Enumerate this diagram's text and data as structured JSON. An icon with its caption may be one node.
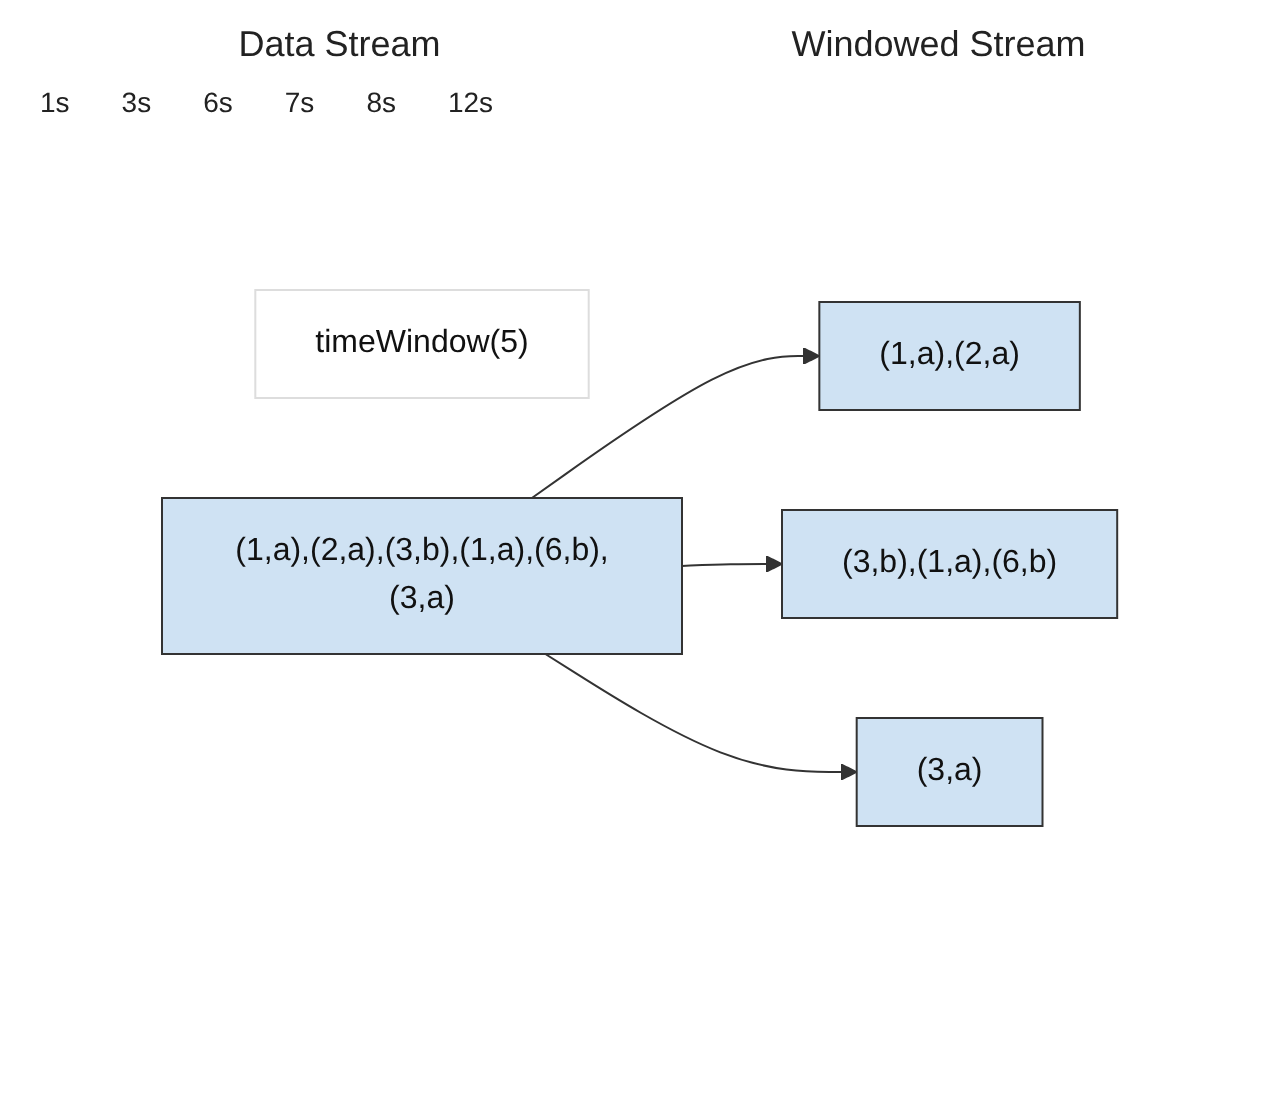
{
  "diagram": {
    "nodes": [
      {
        "text": [
          "timeWindow(5)"
        ]
      },
      {
        "text": [
          "(1,a),(2,a)"
        ]
      },
      {
        "text": [
          "(1,a),(2,a),(3,b),(1,a),(6,b),(3,a)"
        ]
      },
      {
        "text": [
          "(3,b),(1,a),(6,b)"
        ]
      },
      {
        "text": [
          "(3,a)"
        ]
      }
    ],
    "edges": [
      {
        "from": 2,
        "to": 1,
        "arrow": "to"
      },
      {
        "from": 2,
        "to": 3,
        "arrow": "to"
      },
      {
        "from": 2,
        "to": 4,
        "arrow": "to"
      }
    ],
    "labels": [
      "Data Stream",
      "Windowed Stream",
      "1s",
      "3s",
      "6s",
      "7s",
      "8s",
      "12s"
    ]
  }
}
